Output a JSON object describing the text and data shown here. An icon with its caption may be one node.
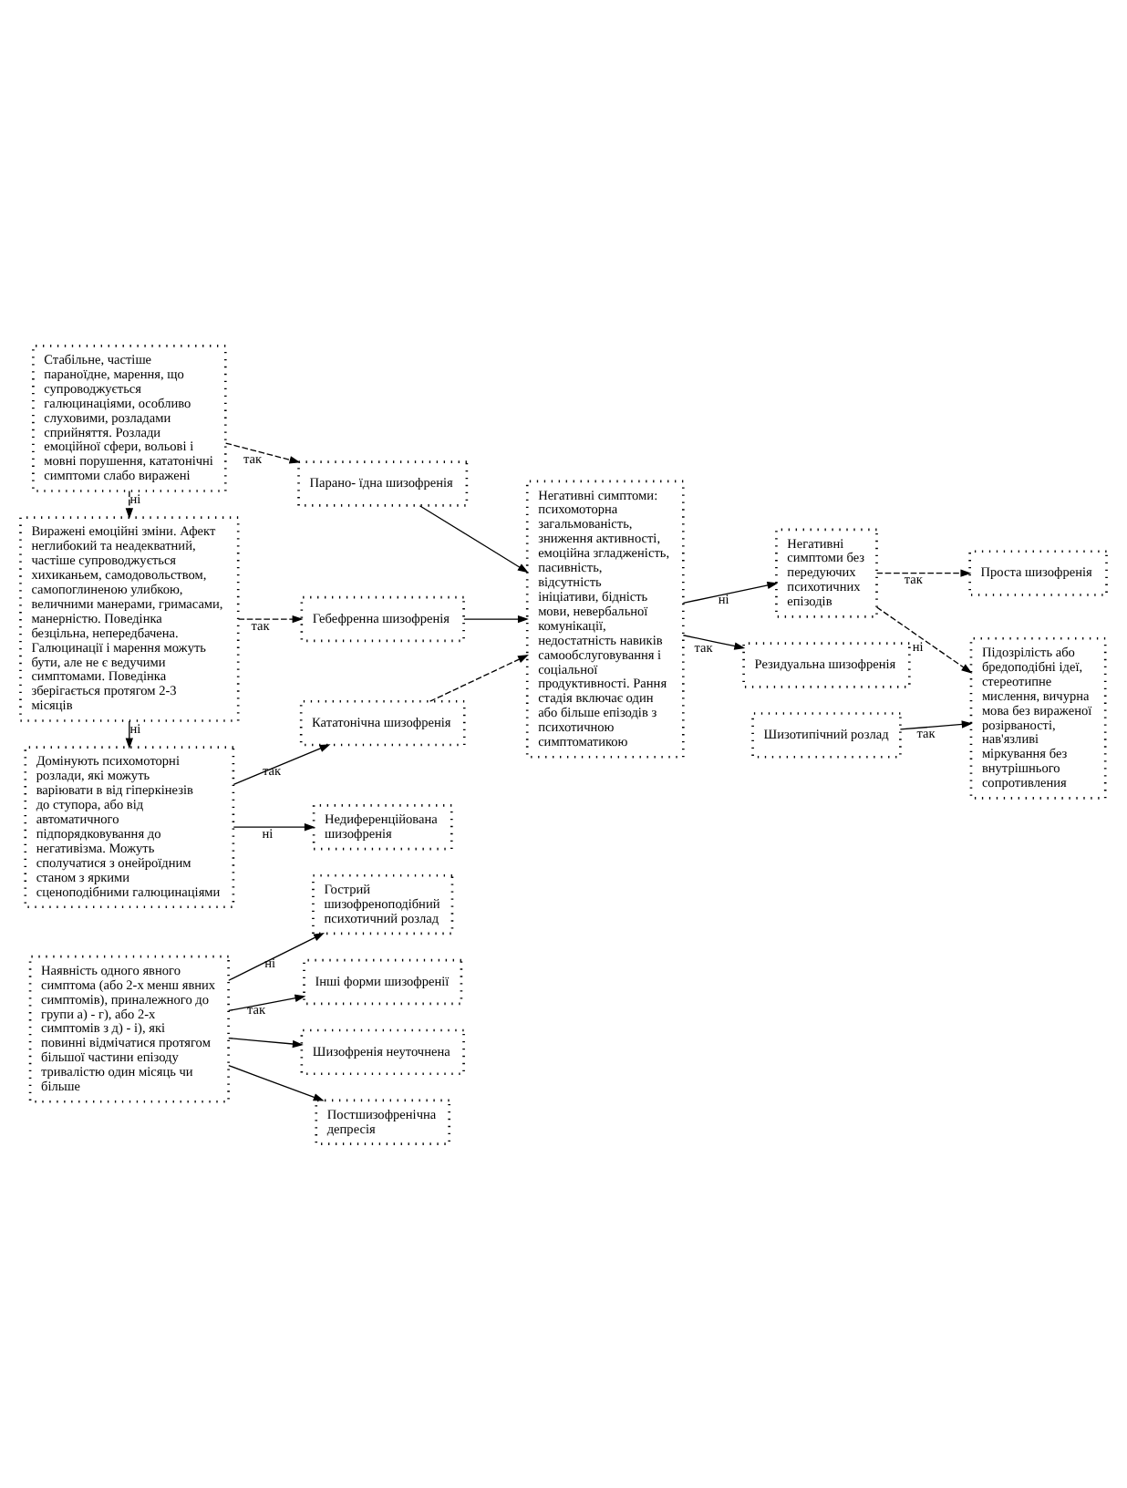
{
  "diagram": {
    "nodes": [
      {
        "text": [
          "Наявність одного явного симптома (або 2-х менш явних симптомів), приналежного до групи а) - г), або 2-х симптомів з д) - і), які повинні відмічатися протягом більшої частини епізоду тривалістю один місяць чи більше"
        ]
      },
      {
        "text": [
          "Гострий шизофреноподібний психотичний розлад"
        ]
      },
      {
        "text": [
          "Інші форми шизофренії"
        ]
      },
      {
        "text": [
          "Шизофренія неуточнена"
        ]
      },
      {
        "text": [
          "Постшизофренічна депресія"
        ]
      },
      {
        "text": [
          "Стабільне, частіше параноїдне, марення, що супроводжується галюцинаціями, особливо слуховими, розладами сприйняття. Розлади емоційної сфери, вольові і мовні порушення, кататонічні симптоми слабо виражені"
        ]
      },
      {
        "text": [
          "Парано- їдна шизофренія"
        ]
      },
      {
        "text": [
          "Негативні симптоми: психомоторна загальмованість, зниження активності, емоційна згладженість, пасивність, відсутність ініціативи, бідність мови, невербальної комунікації, недостатність навиків самообслуговування і соціальної продуктивності. Рання стадія включає один або більше епізодів з психотичною симптоматикою"
        ]
      },
      {
        "text": [
          "Проста шизофренія"
        ]
      },
      {
        "text": [
          "Негативні симптоми без передуючих психотичних епізодів"
        ]
      },
      {
        "text": [
          "Виражені емоційні зміни. Афект неглибокий та неадекватний, частіше супроводжується хихиканьем, самодовольством, самопоглиненою улибкою, величними манерами, гримасами, манерністю. Поведінка безцільна, непередбачена. Галюцинації і марення можуть бути, але не є ведучими симптомами. Поведінка зберігається протягом 2-3 місяців"
        ]
      },
      {
        "text": [
          "Гебефренна шизофренія"
        ]
      },
      {
        "text": [
          "Підозрілість або бредоподібні ідеї, стереотипне мислення, вичурна мова без вираженої розірваності, нав'язливі міркування без внутрішнього сопротивления"
        ]
      },
      {
        "text": [
          "Домінують психомоторні розлади, які можуть варіювати в від гіперкінезів до ступора, або від автоматичного підпорядковування до негативізма. Можуть сполучатися з онейроїдним станом з яркими сценоподібними галюцинаціями"
        ]
      },
      {
        "text": [
          "Кататонічна шизофренія"
        ]
      },
      {
        "text": [
          "Резидуальна шизофренія"
        ]
      },
      {
        "text": [
          "Недиференційована шизофренія"
        ]
      },
      {
        "text": [
          "Шизотипічний розлад"
        ]
      }
    ],
    "edges": [
      {
        "from": 0,
        "to": 1,
        "arrow": "to",
        "label": "ні"
      },
      {
        "from": 0,
        "to": 2,
        "arrow": "to",
        "label": "так"
      },
      {
        "from": 0,
        "to": 3,
        "arrow": "to"
      },
      {
        "from": 0,
        "to": 4,
        "arrow": "to"
      },
      {
        "from": 5,
        "to": 6,
        "arrow": "to",
        "label": "так",
        "style": "dashed"
      },
      {
        "from": 5,
        "to": 10,
        "arrow": "to",
        "label": "ні",
        "style": "dashed"
      },
      {
        "from": 6,
        "to": 7,
        "arrow": "to"
      },
      {
        "from": 7,
        "to": 9,
        "arrow": "to",
        "label": "ні"
      },
      {
        "from": 7,
        "to": 15,
        "arrow": "to",
        "label": "так"
      },
      {
        "from": 9,
        "to": 8,
        "arrow": "to",
        "label": "так",
        "style": "dashed"
      },
      {
        "from": 9,
        "to": 12,
        "arrow": "to",
        "label": "ні",
        "style": "dashed"
      },
      {
        "from": 10,
        "to": 11,
        "arrow": "to",
        "label": "так",
        "style": "dashed"
      },
      {
        "from": 10,
        "to": 13,
        "arrow": "to",
        "label": "ні"
      },
      {
        "from": 11,
        "to": 7,
        "arrow": "to"
      },
      {
        "from": 13,
        "to": 14,
        "arrow": "to",
        "label": "так"
      },
      {
        "from": 13,
        "to": 16,
        "arrow": "to",
        "label": "ні"
      },
      {
        "from": 14,
        "to": 7,
        "arrow": "to",
        "style": "dashed"
      },
      {
        "from": 17,
        "to": 12,
        "arrow": "to",
        "label": "так"
      }
    ]
  }
}
